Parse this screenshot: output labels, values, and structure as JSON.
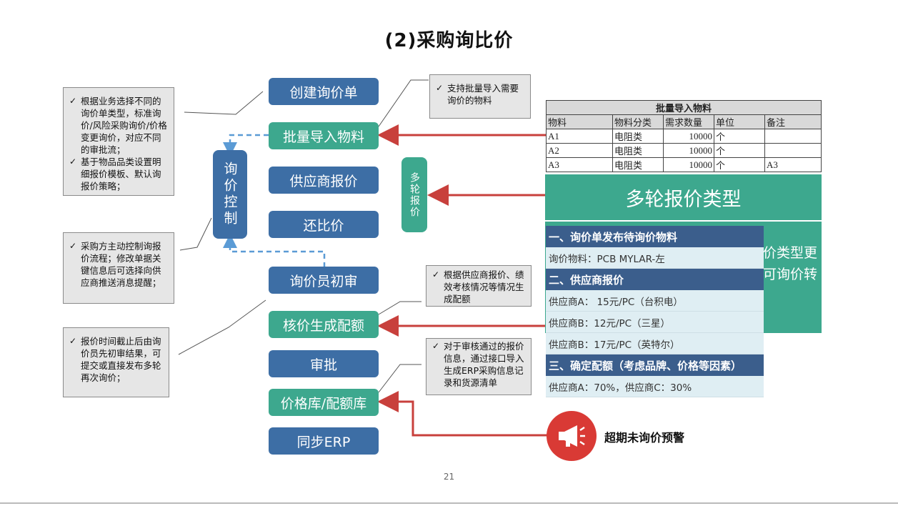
{
  "title": "(2)采购询比价",
  "steps": {
    "create": "创建询价单",
    "import": "批量导入物料",
    "supplier_quote": "供应商报价",
    "counter_offer": "还比价",
    "first_review": "询价员初审",
    "quota": "核价生成配额",
    "approve": "审批",
    "price_lib": "价格库/配额库",
    "sync_erp": "同步ERP"
  },
  "side_boxes": {
    "control": "询价控制",
    "multi_round": "多轮报价"
  },
  "notes": {
    "left1": [
      "根据业务选择不同的询价单类型，标准询价/风险采购询价/价格变更询价，对应不同的审批流；",
      "基于物品品类设置明细报价模板、默认询报价策略；"
    ],
    "left2": [
      "采购方主动控制询报价流程；修改单据关键信息后可选择向供应商推送消息提醒；"
    ],
    "left3": [
      "报价时间截止后由询价员先初审结果，可提交或直接发布多轮再次询价；"
    ],
    "right1": [
      "支持批量导入需要询价的物料"
    ],
    "right2": [
      "根据供应商报价、绩效考核情况等情况生成配额"
    ],
    "right3": [
      "对于审核通过的报价信息，通过接口导入生成ERP采购信息记录和货源清单"
    ]
  },
  "import_table": {
    "caption": "批量导入物料",
    "headers": [
      "物料",
      "物料分类",
      "需求数量",
      "单位",
      "备注"
    ],
    "rows": [
      [
        "A1",
        "电阻类",
        "10000",
        "个",
        ""
      ],
      [
        "A2",
        "电阻类",
        "10000",
        "个",
        ""
      ],
      [
        "A3",
        "电阻类",
        "10000",
        "个",
        "A3"
      ]
    ]
  },
  "multi_round_panel": {
    "title": "多轮报价类型",
    "behind_text_1": "价类型更",
    "behind_text_2": "可询价转"
  },
  "detail_panel": {
    "h1": "一、询价单发布待询价物料",
    "material": "询价物料：PCB MYLAR-左",
    "h2": "二、供应商报价",
    "q1": "供应商A：  15元/PC（台积电）",
    "q2": "供应商B：12元/PC（三星）",
    "q3": "供应商B：17元/PC（英特尔）",
    "h3": "三、确定配额（考虑品牌、价格等因素）",
    "result": "供应商A：70%，供应商C：30%"
  },
  "alert": {
    "label": "超期未询价预警",
    "icon": "megaphone-icon",
    "color": "#d93a35"
  },
  "colors": {
    "blue": "#3d6ea5",
    "teal": "#3da88e",
    "panel_header": "#3b5e8c",
    "arrow_red": "#c8403c",
    "dash_blue": "#5b9bd5"
  },
  "page_number": "21"
}
